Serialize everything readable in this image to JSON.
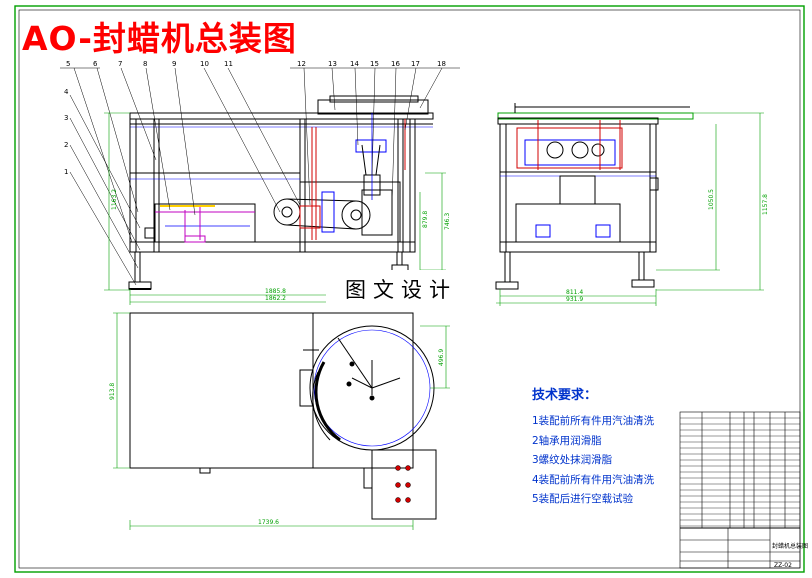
{
  "title": "AO-封蜡机总装图",
  "watermark": "图文设计",
  "part_numbers_left": [
    "5",
    "6",
    "7",
    "8",
    "9",
    "10",
    "11"
  ],
  "part_numbers_right": [
    "12",
    "13",
    "14",
    "15",
    "16",
    "17",
    "18"
  ],
  "part_numbers_side": [
    "4",
    "3",
    "2",
    "1"
  ],
  "dimensions": {
    "front_width_inner": "1885.8",
    "front_width_outer": "1862.2",
    "front_height_a": "1163.2",
    "front_height_b": "746.3",
    "front_height_c": "879.8",
    "side_width_inner": "811.4",
    "side_width_outer": "931.9",
    "side_height_a": "1050.5",
    "side_height_b": "1157.8",
    "top_width": "1739.6",
    "top_depth": "913.8",
    "top_right": "496.9"
  },
  "tech_requirements": {
    "heading": "技术要求：",
    "items": [
      "1装配前所有件用汽油清洗",
      "2轴承用润滑脂",
      "3螺纹处抹润滑脂",
      "4装配前所有件用汽油清洗",
      "5装配后进行空载试验"
    ]
  },
  "title_block": {
    "drawing_name": "封蜡机总装图",
    "drawing_no": "ZZ-02"
  },
  "colors": {
    "title": "#ff0000",
    "frame": "#00a000",
    "outline": "#000000",
    "dimension": "#00a000",
    "hidden": "#0000ff",
    "red": "#d00000",
    "magenta": "#c000c0",
    "tech_text": "#0033cc"
  }
}
